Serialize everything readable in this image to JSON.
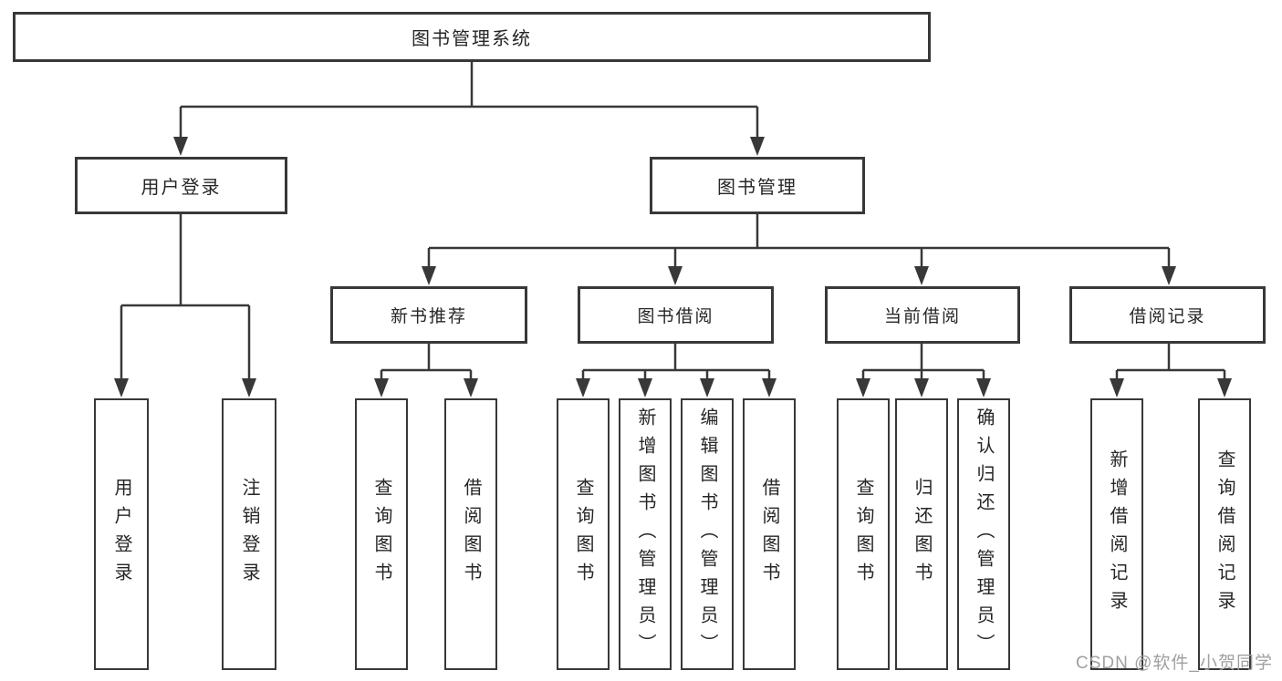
{
  "tree": {
    "root": {
      "label": "图书管理系统"
    },
    "level2": [
      {
        "label": "用户登录"
      },
      {
        "label": "图书管理"
      }
    ],
    "level3": [
      {
        "label": "新书推荐"
      },
      {
        "label": "图书借阅"
      },
      {
        "label": "当前借阅"
      },
      {
        "label": "借阅记录"
      }
    ],
    "leaves": [
      {
        "label": "用户登录"
      },
      {
        "label": "注销登录"
      },
      {
        "label": "查询图书"
      },
      {
        "label": "借阅图书"
      },
      {
        "label": "查询图书"
      },
      {
        "label": "新增图书（管理员）"
      },
      {
        "label": "编辑图书（管理员）"
      },
      {
        "label": "借阅图书"
      },
      {
        "label": "查询图书"
      },
      {
        "label": "归还图书"
      },
      {
        "label": "确认归还（管理员）"
      },
      {
        "label": "新增借阅记录"
      },
      {
        "label": "查询借阅记录"
      }
    ]
  },
  "watermark": {
    "text": "CSDN @软件_小贺同学"
  },
  "colors": {
    "line": "#383838",
    "box_border": "#383838",
    "box_fill": "#ffffff",
    "text": "#262626",
    "watermark": "#a0a0a0",
    "background": "#ffffff"
  }
}
